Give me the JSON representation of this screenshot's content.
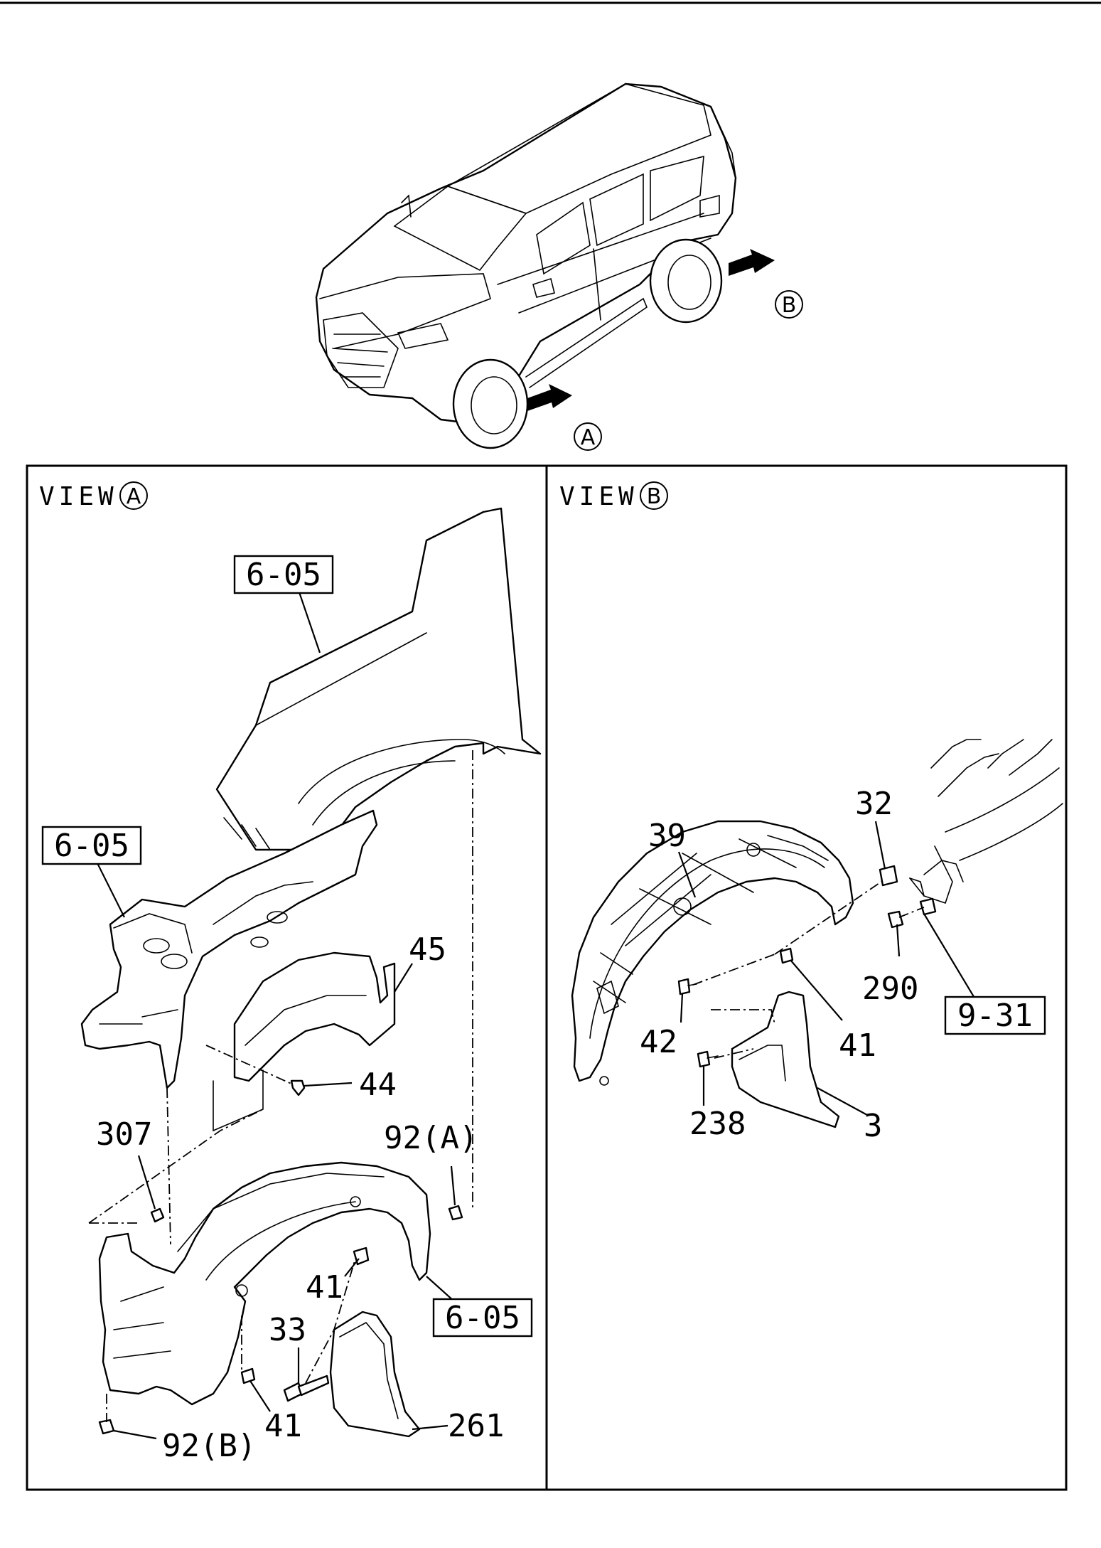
{
  "callouts": {
    "view_a": "A",
    "view_b": "B"
  },
  "panels": {
    "view_a": {
      "label": "VIEW",
      "marker": "A"
    },
    "view_b": {
      "label": "VIEW",
      "marker": "B"
    }
  },
  "refs": {
    "ref_605_top": "6-05",
    "ref_605_mid": "6-05",
    "ref_605_bottom": "6-05",
    "ref_931": "9-31"
  },
  "parts_a": {
    "p45": "45",
    "p44": "44",
    "p307": "307",
    "p92a": "92(A)",
    "p41_upper": "41",
    "p33": "33",
    "p41_lower": "41",
    "p261": "261",
    "p92b": "92(B)"
  },
  "parts_b": {
    "p39": "39",
    "p32": "32",
    "p290": "290",
    "p42": "42",
    "p41": "41",
    "p238": "238",
    "p3": "3"
  }
}
